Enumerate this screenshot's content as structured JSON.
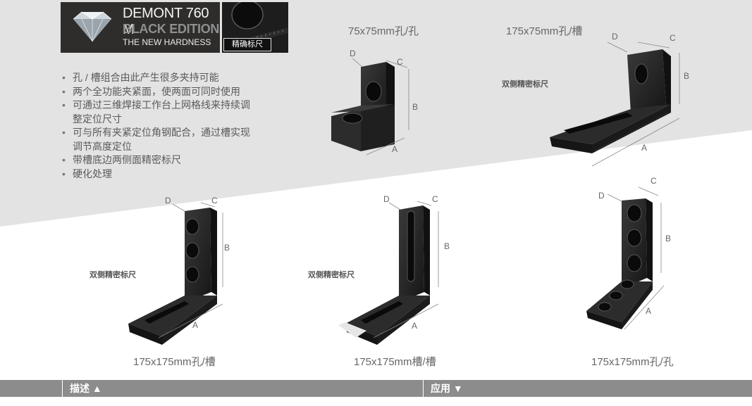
{
  "brand": {
    "title": "DEMONT 760 M",
    "subtitle": "BLACK EDITION",
    "tagline": "THE NEW HARDNESS",
    "scale_label": "精确标尺"
  },
  "features": [
    "孔 / 槽组合由此产生很多夹持可能",
    "两个全功能夹紧面，使两面可同时使用",
    "可通过三维焊接工作台上网格线来持续调整定位尺寸",
    "可与所有夹紧定位角钢配合，通过槽实现调节高度定位",
    "带槽底边两侧面精密标尺",
    "硬化处理"
  ],
  "products": [
    {
      "caption": "75x75mm孔/孔",
      "note": ""
    },
    {
      "caption": "175x75mm孔/槽",
      "note": "双侧精密标尺"
    },
    {
      "caption": "175x175mm孔/槽",
      "note": "双侧精密标尺"
    },
    {
      "caption": "175x175mm槽/槽",
      "note": "双侧精密标尺"
    },
    {
      "caption": "175x175mm孔/孔",
      "note": ""
    }
  ],
  "dims": {
    "a": "A",
    "b": "B",
    "c": "C",
    "d": "D"
  },
  "tabs": [
    {
      "label": "描述",
      "arrow": "▲"
    },
    {
      "label": "应用",
      "arrow": "▼"
    }
  ],
  "colors": {
    "band": "#e3e3e3",
    "bar": "#8c8c8c",
    "steel": "#242424"
  }
}
